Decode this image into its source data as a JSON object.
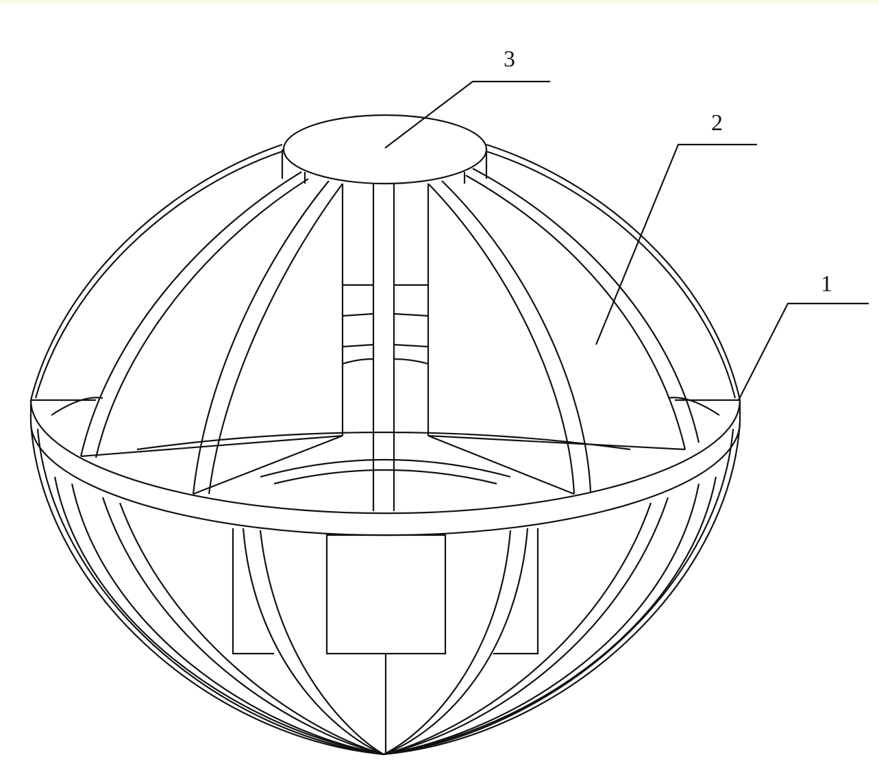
{
  "labels": {
    "part1": "1",
    "part2": "2",
    "part3": "3"
  },
  "colors": {
    "line": "#111111",
    "background": "#ffffff"
  }
}
